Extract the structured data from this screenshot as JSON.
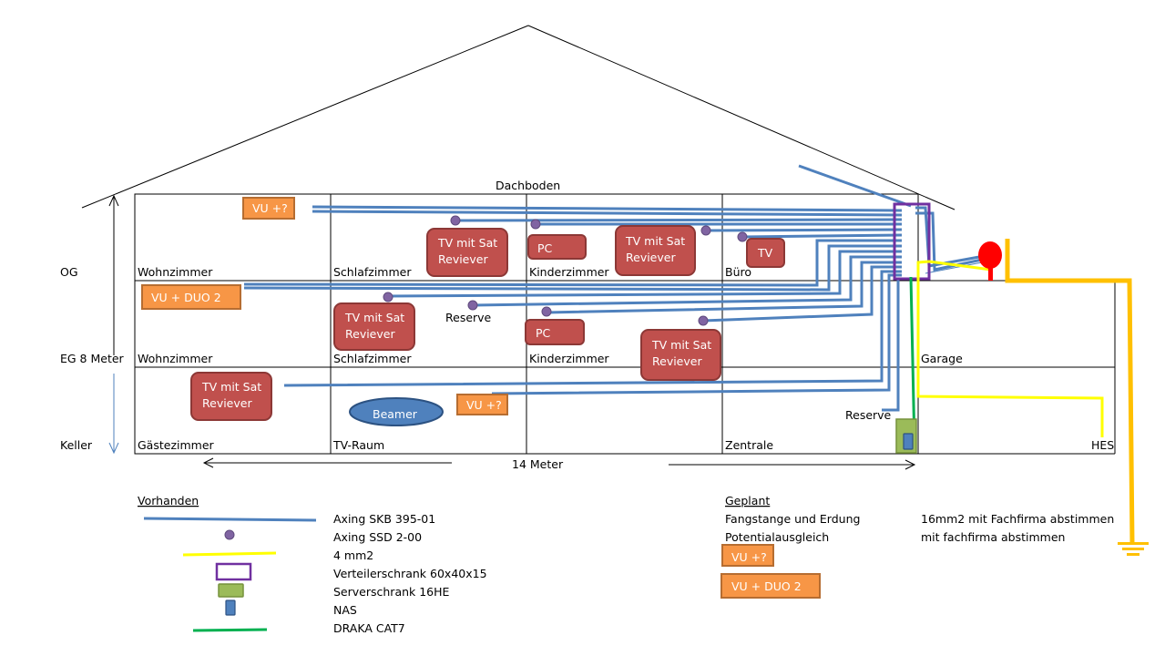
{
  "diagram": {
    "title_attic": "Dachboden",
    "floors": {
      "og": "OG",
      "eg": "EG 8 Meter",
      "keller": "Keller"
    },
    "width_label": "14 Meter",
    "rooms": {
      "og": [
        "Wohnzimmer",
        "Schlafzimmer",
        "Kinderzimmer",
        "Büro"
      ],
      "eg": [
        "Wohnzimmer",
        "Schlafzimmer",
        "Kinderzimmer",
        "Garage"
      ],
      "keller": [
        "Gästezimmer",
        "TV-Raum",
        "Zentrale",
        "HES"
      ]
    },
    "devices": {
      "og_wohn_vu": "VU +?",
      "og_schlaf_tv": [
        "TV mit Sat",
        "Reviever"
      ],
      "og_kinder_pc": "PC",
      "og_kinder_tv": [
        "TV mit Sat",
        "Reviever"
      ],
      "og_buero_tv": "TV",
      "eg_wohn_vu": "VU + DUO 2",
      "eg_schlaf_tv": [
        "TV mit Sat",
        "Reviever"
      ],
      "eg_reserve": "Reserve",
      "eg_kinder_pc": "PC",
      "eg_kinder_tv": [
        "TV mit Sat",
        "Reviever"
      ],
      "k_gaeste_tv": [
        "TV mit Sat",
        "Reviever"
      ],
      "k_beamer": "Beamer",
      "k_vu": "VU +?",
      "k_reserve": "Reserve"
    },
    "colors": {
      "cable_blue": "#4f81bd",
      "socket_purple": "#8064a2",
      "device_red": "#c0504d",
      "device_orange": "#f79646",
      "ground_yellow": "#ffff00",
      "earth_gold": "#ffc000",
      "cat7_green": "#00b050",
      "server_green": "#9bbb59",
      "lightning_red": "#ff0000"
    }
  },
  "legend": {
    "existing_title": "Vorhanden",
    "existing": [
      {
        "symbol": "blue-line",
        "label": "Axing SKB 395-01"
      },
      {
        "symbol": "purple-dot",
        "label": "Axing SSD 2-00"
      },
      {
        "symbol": "yellow-line",
        "label": "4 mm2"
      },
      {
        "symbol": "purple-rect",
        "label": "Verteilerschrank 60x40x15"
      },
      {
        "symbol": "green-rect",
        "label": "Serverschrank 16HE"
      },
      {
        "symbol": "blue-rect",
        "label": "NAS"
      },
      {
        "symbol": "green-line",
        "label": "DRAKA CAT7"
      }
    ],
    "planned_title": "Geplant",
    "planned": [
      {
        "label": "Fangstange und Erdung",
        "note": "16mm2 mit Fachfirma abstimmen"
      },
      {
        "label": "Potentialausgleich",
        "note": "mit fachfirma abstimmen"
      }
    ],
    "planned_boxes": [
      "VU +?",
      "VU + DUO 2"
    ]
  }
}
